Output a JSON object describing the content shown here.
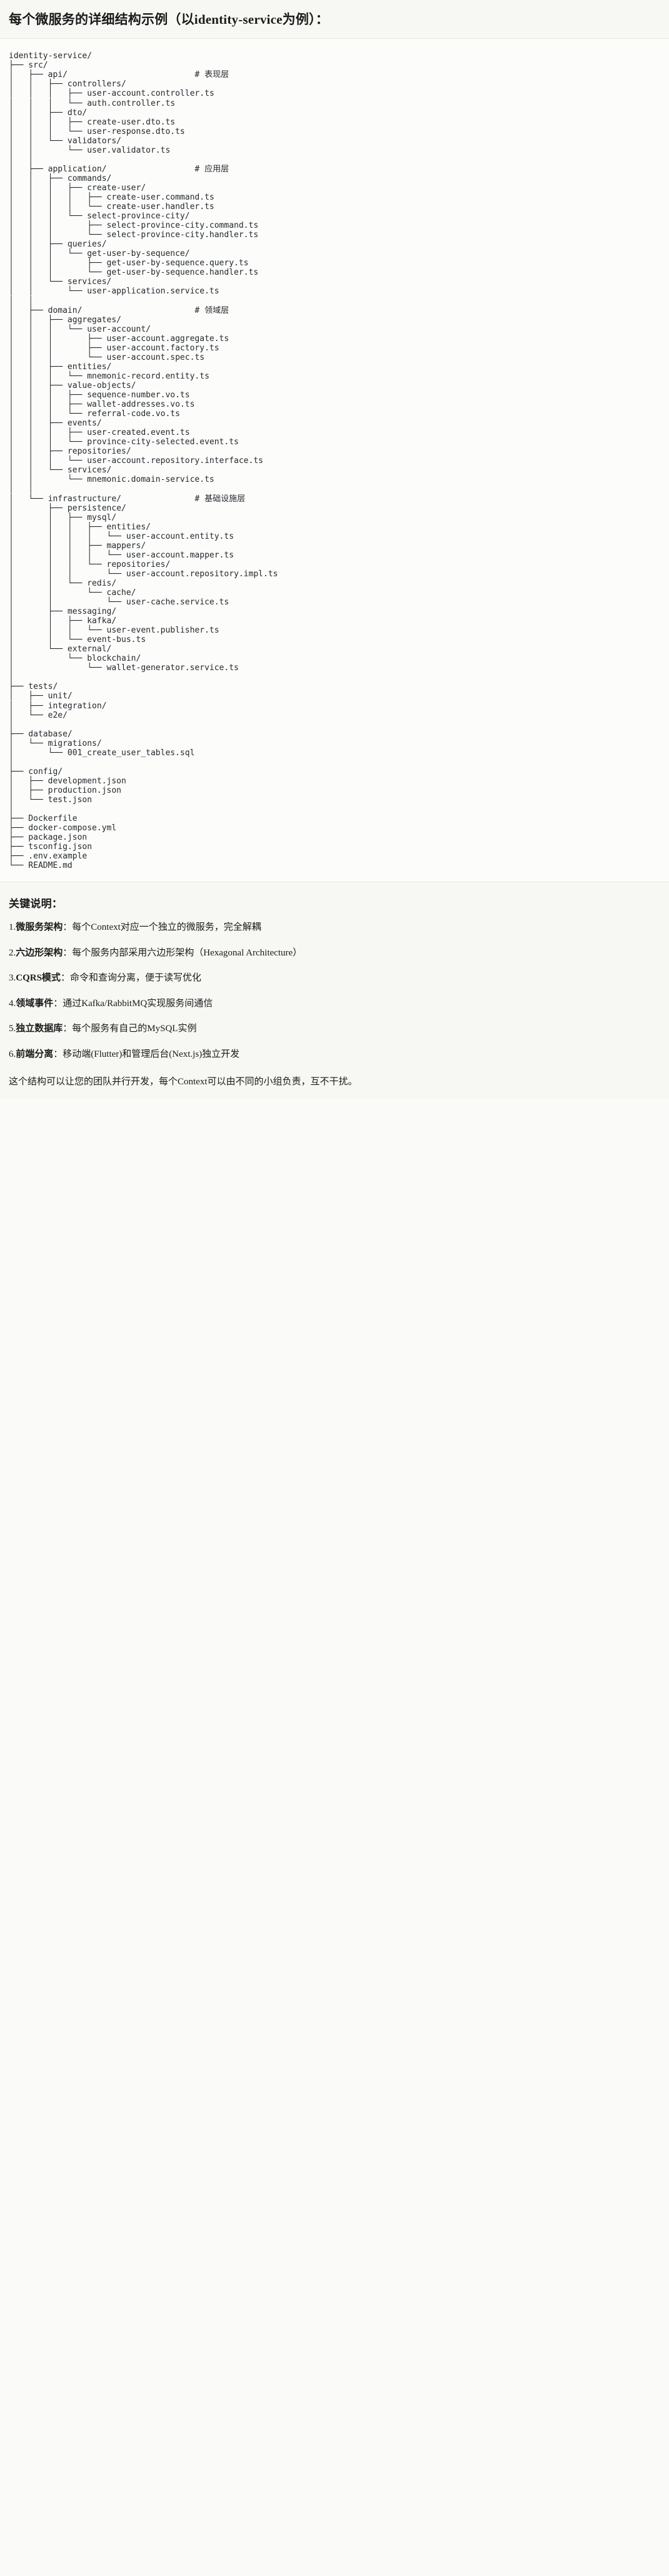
{
  "page": {
    "title": "每个微服务的详细结构示例（以identity-service为例）："
  },
  "tree": {
    "root_label": "identity-service/",
    "text": "identity-service/\n├── src/\n│   ├── api/                          # 表现层\n│   │   ├── controllers/\n│   │   │   ├── user-account.controller.ts\n│   │   │   └── auth.controller.ts\n│   │   ├── dto/\n│   │   │   ├── create-user.dto.ts\n│   │   │   └── user-response.dto.ts\n│   │   └── validators/\n│   │       └── user.validator.ts\n│   │\n│   ├── application/                  # 应用层\n│   │   ├── commands/\n│   │   │   ├── create-user/\n│   │   │   │   ├── create-user.command.ts\n│   │   │   │   └── create-user.handler.ts\n│   │   │   └── select-province-city/\n│   │   │       ├── select-province-city.command.ts\n│   │   │       └── select-province-city.handler.ts\n│   │   ├── queries/\n│   │   │   └── get-user-by-sequence/\n│   │   │       ├── get-user-by-sequence.query.ts\n│   │   │       └── get-user-by-sequence.handler.ts\n│   │   └── services/\n│   │       └── user-application.service.ts\n│   │\n│   ├── domain/                       # 领域层\n│   │   ├── aggregates/\n│   │   │   └── user-account/\n│   │   │       ├── user-account.aggregate.ts\n│   │   │       ├── user-account.factory.ts\n│   │   │       └── user-account.spec.ts\n│   │   ├── entities/\n│   │   │   └── mnemonic-record.entity.ts\n│   │   ├── value-objects/\n│   │   │   ├── sequence-number.vo.ts\n│   │   │   ├── wallet-addresses.vo.ts\n│   │   │   └── referral-code.vo.ts\n│   │   ├── events/\n│   │   │   ├── user-created.event.ts\n│   │   │   └── province-city-selected.event.ts\n│   │   ├── repositories/\n│   │   │   └── user-account.repository.interface.ts\n│   │   └── services/\n│   │       └── mnemonic.domain-service.ts\n│   │\n│   └── infrastructure/               # 基础设施层\n│       ├── persistence/\n│       │   ├── mysql/\n│       │   │   ├── entities/\n│       │   │   │   └── user-account.entity.ts\n│       │   │   ├── mappers/\n│       │   │   │   └── user-account.mapper.ts\n│       │   │   └── repositories/\n│       │   │       └── user-account.repository.impl.ts\n│       │   └── redis/\n│       │       └── cache/\n│       │           └── user-cache.service.ts\n│       ├── messaging/\n│       │   ├── kafka/\n│       │   │   └── user-event.publisher.ts\n│       │   └── event-bus.ts\n│       └── external/\n│           └── blockchain/\n│               └── wallet-generator.service.ts\n│\n├── tests/\n│   ├── unit/\n│   ├── integration/\n│   └── e2e/\n│\n├── database/\n│   └── migrations/\n│       └── 001_create_user_tables.sql\n│\n├── config/\n│   ├── development.json\n│   ├── production.json\n│   └── test.json\n│\n├── Dockerfile\n├── docker-compose.yml\n├── package.json\n├── tsconfig.json\n├── .env.example\n└── README.md",
    "layer_comments": [
      {
        "path": "api/",
        "comment": "# 表现层"
      },
      {
        "path": "application/",
        "comment": "# 应用层"
      },
      {
        "path": "domain/",
        "comment": "# 领域层"
      },
      {
        "path": "infrastructure/",
        "comment": "# 基础设施层"
      }
    ]
  },
  "notes": {
    "heading": "关键说明：",
    "items": [
      {
        "num": "1.",
        "lead": "微服务架构",
        "sep": "：",
        "body": "每个Context对应一个独立的微服务，完全解耦"
      },
      {
        "num": "2.",
        "lead": "六边形架构",
        "sep": "：",
        "body": "每个服务内部采用六边形架构（Hexagonal Architecture）"
      },
      {
        "num": "3.",
        "lead": "CQRS模式",
        "sep": "：",
        "body": "命令和查询分离，便于读写优化"
      },
      {
        "num": "4.",
        "lead": "领域事件",
        "sep": "：",
        "body": "通过Kafka/RabbitMQ实现服务间通信"
      },
      {
        "num": "5.",
        "lead": "独立数据库",
        "sep": "：",
        "body": "每个服务有自己的MySQL实例"
      },
      {
        "num": "6.",
        "lead": "前端分离",
        "sep": "：",
        "body": "移动端(Flutter)和管理后台(Next.js)独立开发"
      }
    ],
    "closing": "这个结构可以让您的团队并行开发，每个Context可以由不同的小组负责，互不干扰。"
  },
  "colors": {
    "page_bg": "#fafaf8",
    "title_bg": "#f7f7f4",
    "code_bg": "#fcfcfa",
    "text": "#1a1a1a",
    "code_text": "#24292e",
    "divider": "#e6e6e2"
  }
}
